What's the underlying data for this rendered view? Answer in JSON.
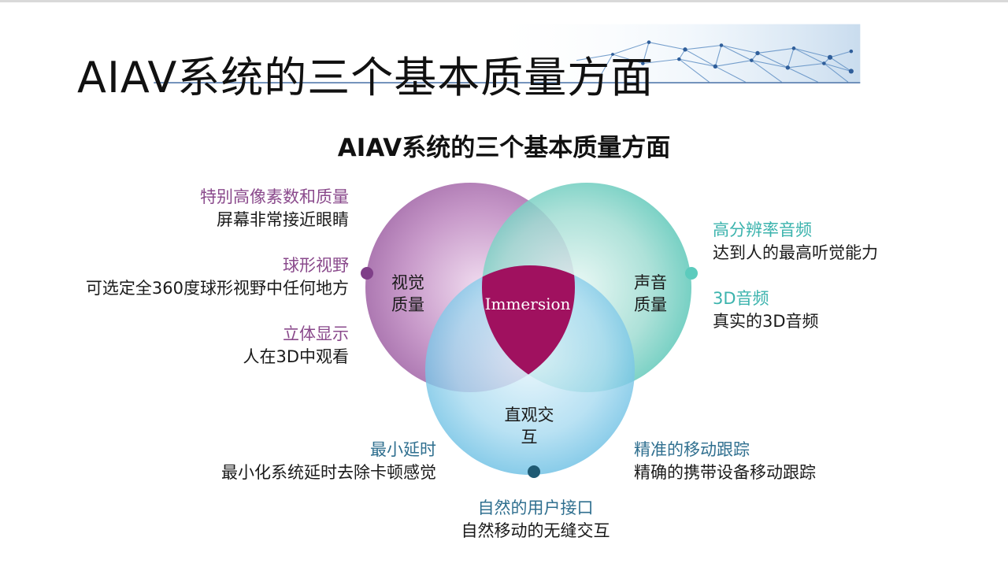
{
  "header": {
    "title": "AIAV系统的三个基本质量方面"
  },
  "diagram": {
    "title": "AIAV系统的三个基本质量方面",
    "circles": {
      "visual": {
        "label_line1": "视觉",
        "label_line2": "质量",
        "color": "#9e63a4"
      },
      "audio": {
        "label_line1": "声音",
        "label_line2": "质量",
        "color": "#4fc3b3"
      },
      "interaction": {
        "label_line1": "直观交",
        "label_line2": "互",
        "color": "#5bb8e0"
      }
    },
    "center": {
      "label": "Immersion",
      "color": "#a0115f"
    }
  },
  "visual_features": [
    {
      "title": "特别高像素数和质量",
      "desc": "屏幕非常接近眼睛"
    },
    {
      "title": "球形视野",
      "desc": "可选定全360度球形视野中任何地方"
    },
    {
      "title": "立体显示",
      "desc": "人在3D中观看"
    }
  ],
  "audio_features": [
    {
      "title": "高分辨率音频",
      "desc": "达到人的最高听觉能力"
    },
    {
      "title": "3D音频",
      "desc": "真实的3D音频"
    }
  ],
  "interaction_features": [
    {
      "title": "最小延时",
      "desc": "最小化系统延时去除卡顿感觉"
    },
    {
      "title": "精准的移动跟踪",
      "desc": "精确的携带设备移动跟踪"
    },
    {
      "title": "自然的用户接口",
      "desc": "自然移动的无缝交互"
    }
  ],
  "colors": {
    "visual_text": "#8a4a8c",
    "audio_text": "#3bb3ad",
    "interaction_text": "#2f6f8f"
  }
}
